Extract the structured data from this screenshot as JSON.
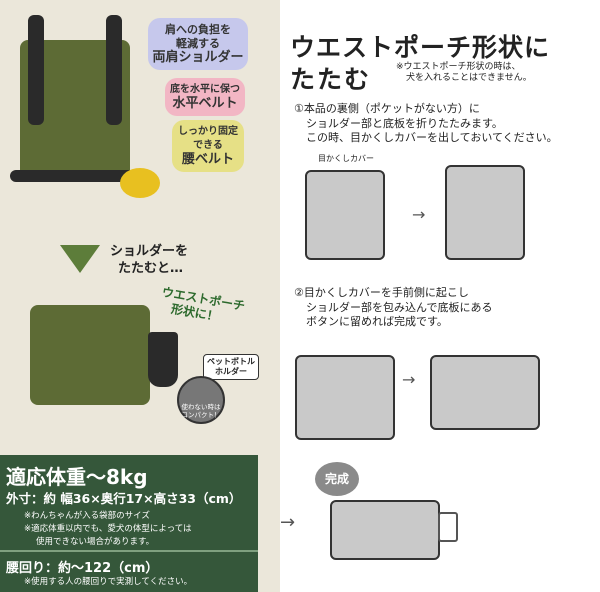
{
  "left": {
    "bubbles": {
      "shoulder": {
        "line1": "肩への負担を",
        "line2": "軽減する",
        "line3": "両肩ショルダー"
      },
      "horizontal": {
        "line1": "底を水平に保つ",
        "line2": "水平ベルト"
      },
      "waist": {
        "line1": "しっかり固定",
        "line2": "できる",
        "line3": "腰ベルト"
      }
    },
    "fold_caption": {
      "line1": "ショルダーを",
      "line2": "たたむと…"
    },
    "waist_pouch_caption": {
      "line1": "ウエストポーチ",
      "line2": "形状に！"
    },
    "bottle_holder": {
      "line1": "ペットボトル",
      "line2": "ホルダー"
    },
    "compact_note": {
      "line1": "使わない時は",
      "line2": "コンパクト！"
    },
    "colors": {
      "olive": "#5d6b35",
      "green_panel": "#35573a",
      "beige": "#ebe7da"
    }
  },
  "specs": {
    "weight": "適応体重～8kg",
    "size": "外寸：約 幅36×奥行17×高さ33（cm）",
    "note1": "※わんちゃんが入る袋部のサイズ",
    "note2": "※適応体重以内でも、愛犬の体型によっては",
    "note3": "使用できない場合があります。",
    "waist": "腰回り：約～122（cm）",
    "waist_note": "※使用する人の腰回りで実測してください。"
  },
  "right": {
    "title_line1": "ウエストポーチ形状に",
    "title_line2": "たたむ",
    "title_note1": "※ウエストポーチ形状の時は、",
    "title_note2": "犬を入れることはできません。",
    "step1": {
      "line1": "①本品の裏側（ポケットがない方）に",
      "line2": "ショルダー部と底板を折りたたみます。",
      "line3": "この時、目かくしカバーを出しておいてください。"
    },
    "cover_label": "目かくしカバー",
    "step2": {
      "line1": "②目かくしカバーを手前側に起こし",
      "line2": "ショルダー部を包み込んで底板にある",
      "line3": "ボタンに留めれば完成です。"
    },
    "complete_label": "完成"
  }
}
